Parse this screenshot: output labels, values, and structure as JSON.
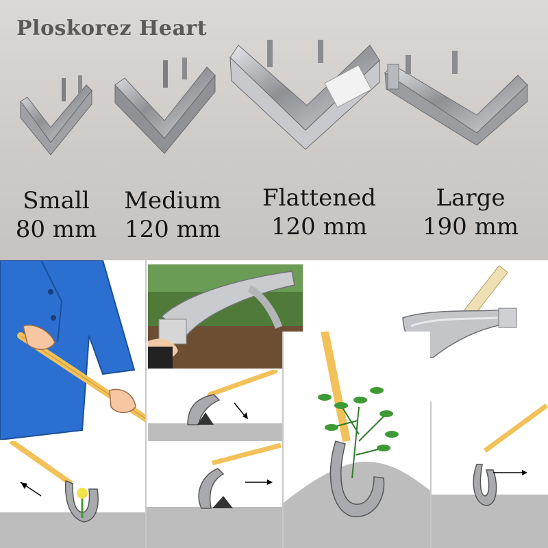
{
  "title": "Ploskorez Heart",
  "sizes": [
    {
      "name": "Small",
      "dimension": "80 mm"
    },
    {
      "name": "Medium",
      "dimension": "120 mm"
    },
    {
      "name": "Flattened",
      "dimension": "120 mm"
    },
    {
      "name": "Large",
      "dimension": "190 mm"
    }
  ],
  "colors": {
    "background_top": "#d4d0ce",
    "steel": "#a9aaad",
    "handle_wood": "#f2c15a",
    "jacket_blue": "#2b6fd1",
    "soil": "#bdbdbd",
    "leaf_green": "#3f9a36",
    "flower_yellow": "#f2e24b"
  },
  "illustrations": [
    {
      "name": "worker-holding-tool"
    },
    {
      "name": "hand-holding-blade-photo"
    },
    {
      "name": "tool-head-closeup"
    },
    {
      "name": "cutting-weeds-at-soil"
    },
    {
      "name": "hilling-plant"
    },
    {
      "name": "pulling-back-around-flower"
    },
    {
      "name": "pushing-through-weeds"
    },
    {
      "name": "sliding-along-soil"
    }
  ]
}
